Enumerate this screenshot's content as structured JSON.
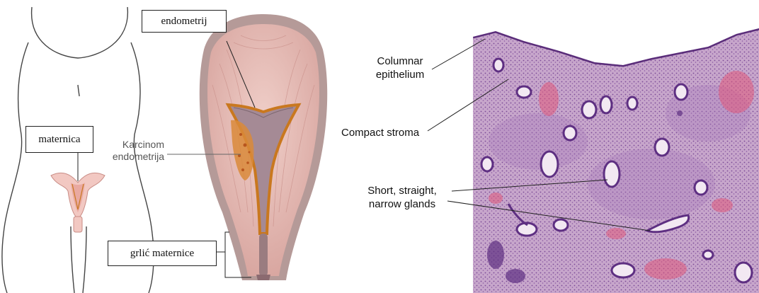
{
  "labels": {
    "endometrij": "endometrij",
    "maternica": "maternica",
    "karcinom_line1": "Karcinom",
    "karcinom_line2": "endometrija",
    "grlic": "grlić maternice",
    "columnar_line1": "Columnar",
    "columnar_line2": "epithelium",
    "compact_stroma": "Compact stroma",
    "glands_line1": "Short, straight,",
    "glands_line2": "narrow glands"
  },
  "colors": {
    "uterus_outer": "#b59a98",
    "uterus_muscle": "#e3b8b2",
    "endometrium_line": "#c9781f",
    "tumor": "#d98a3a",
    "histology_bg": "#c9a8cc",
    "stroma_purple": "#8e5ea6",
    "hemorrhage": "#e0577a",
    "gland_lumen": "#f2e8f2"
  }
}
